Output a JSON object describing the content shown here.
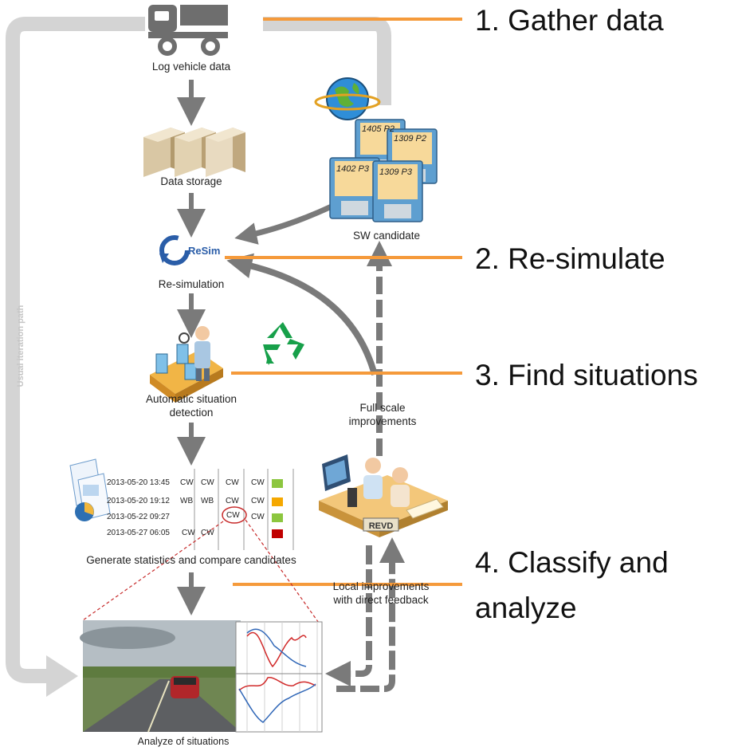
{
  "steps": {
    "step1": "1. Gather data",
    "step2": "2. Re-simulate",
    "step3": "3. Find situations",
    "step4_line1": "4. Classify and",
    "step4_line2": "analyze"
  },
  "nodes": {
    "log_vehicle_data": "Log vehicle data",
    "data_storage": "Data storage",
    "sw_candidate": "SW candidate",
    "resim_logo": "ReSim",
    "re_simulation": "Re-simulation",
    "situation_detection_line1": "Automatic situation",
    "situation_detection_line2": "detection",
    "full_scale_line1": "Full scale",
    "full_scale_line2": "improvements",
    "generate_stats": "Generate statistics and compare candidates",
    "local_improvements_line1": "Local improvements",
    "local_improvements_line2": "with direct feedback",
    "revd": "REVD",
    "analyze_situations": "Analyze of situations",
    "usual_iteration_path": "Usual iteration path"
  },
  "floppy_labels": [
    "1405 P2",
    "1309 P2",
    "1402 P3",
    "1309 P3"
  ],
  "stats_table": {
    "rows": [
      {
        "date": "2013-05-20 13:45",
        "cells": [
          "CW",
          "CW",
          "CW",
          "CW"
        ],
        "status": "green"
      },
      {
        "date": "2013-05-20 19:12",
        "cells": [
          "WB",
          "WB",
          "CW",
          "CW"
        ],
        "status": "orange"
      },
      {
        "date": "2013-05-22 09:27",
        "cells": [
          "",
          "",
          "CW",
          "CW"
        ],
        "status": "green"
      },
      {
        "date": "2013-05-27 06:05",
        "cells": [
          "CW",
          "CW",
          "",
          ""
        ],
        "status": "red"
      }
    ]
  },
  "colors": {
    "orange_line": "#f59a3b",
    "arrow_gray": "#7a7a7a",
    "loop_gray": "#d4d4d4",
    "green": "#8cc63f",
    "orange": "#f5a800",
    "red": "#c00000"
  }
}
